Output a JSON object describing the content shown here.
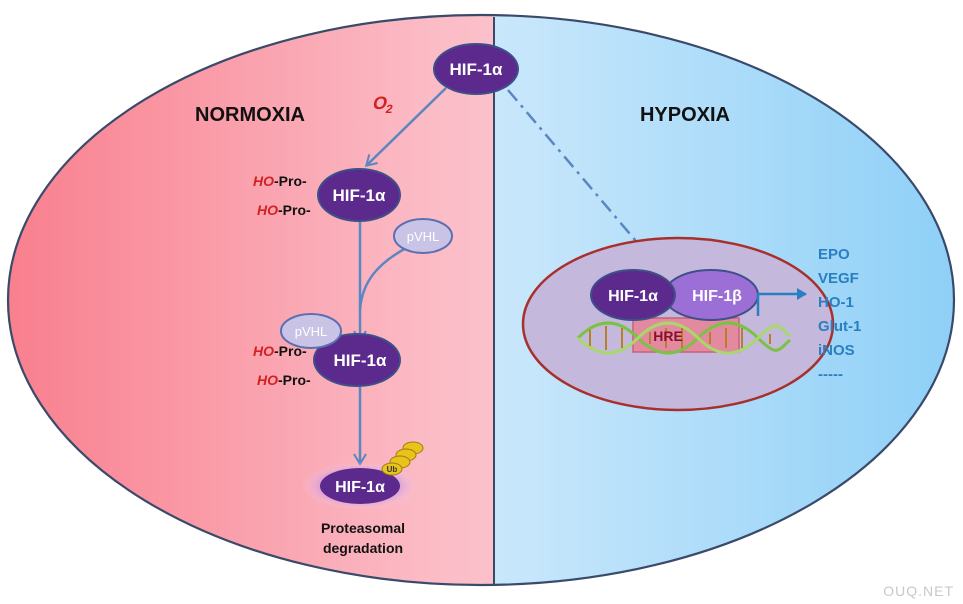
{
  "normoxia": {
    "title": "NORMOXIA",
    "oxygen": "O",
    "oxygen_sub": "2",
    "hif_top": "HIF-1α",
    "hif_hydroxylated": "HIF-1α",
    "ho_1": "HO",
    "pro_1": "-Pro-",
    "ho_2": "HO",
    "pro_2": "-Pro-",
    "pvhl_free": "pVHL",
    "pvhl_bound": "pVHL",
    "hif_bound": "HIF-1α",
    "ho_3": "HO",
    "pro_3": "-Pro-",
    "ho_4": "HO",
    "pro_4": "-Pro-",
    "hif_degraded": "HIF-1α",
    "ub": "Ub",
    "caption_line1": "Proteasomal",
    "caption_line2": "degradation"
  },
  "hypoxia": {
    "title": "HYPOXIA",
    "hif_alpha": "HIF-1α",
    "hif_beta": "HIF-1β",
    "hre": "HRE",
    "targets": [
      "EPO",
      "VEGF",
      "HO-1",
      "Glut-1",
      "iNOS",
      "-----"
    ]
  },
  "watermark": "OUQ.NET",
  "colors": {
    "hif": "#5c2a8c",
    "hif_beta": "#9c6fd6",
    "pvhl": "#c9c3e6",
    "arrow": "#5b86c2",
    "oxygen": "#d32020",
    "targets": "#2a7fc1",
    "cell_border": "#3a4a6a",
    "nucleus_border": "#a8302c"
  }
}
